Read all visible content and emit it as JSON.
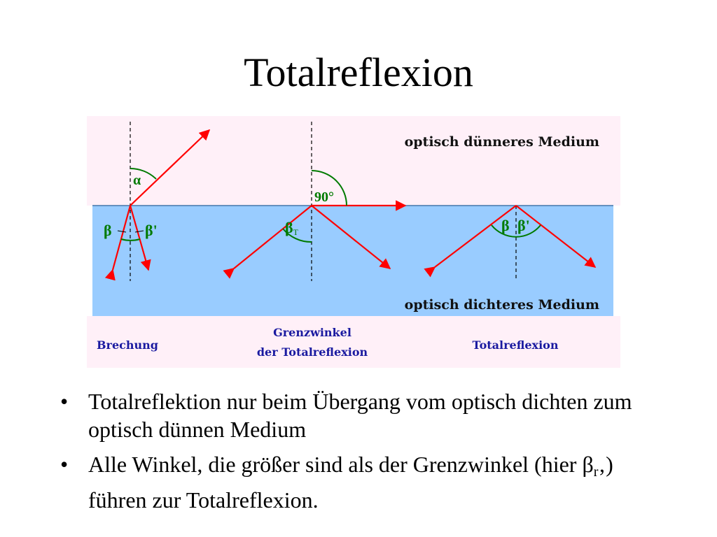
{
  "title": "Totalreflexion",
  "diagram": {
    "medium_top": "optisch dünneres Medium",
    "medium_bottom": "optisch dichteres Medium",
    "captions": {
      "brechung": "Brechung",
      "grenzwinkel_line1": "Grenzwinkel",
      "grenzwinkel_line2": "der Totalreflexion",
      "totalreflexion": "Totalreflexion"
    },
    "angles": {
      "alpha": "α",
      "beta": "β",
      "beta_prime": "β'",
      "beta_t": "β",
      "beta_t_sub": "T",
      "ninety": "90°",
      "beta_r": "β",
      "beta_r_prime": "β'"
    },
    "colors": {
      "top_bg": "#fff0f8",
      "water": "#99ccff",
      "caption_bg": "#fff0f8",
      "ray": "#ff0000",
      "angle": "#007a00",
      "caption_text": "#1a1aa0"
    }
  },
  "bullets": [
    {
      "text": "Totalreflektion nur beim Übergang vom optisch dichten zum optisch dünnen Medium"
    },
    {
      "pre": "Alle Winkel, die größer sind als der Grenzwinkel (hier β",
      "sub": "r",
      "post": "‚) führen zur Totalreflexion."
    }
  ],
  "bullet_glyph": "•"
}
